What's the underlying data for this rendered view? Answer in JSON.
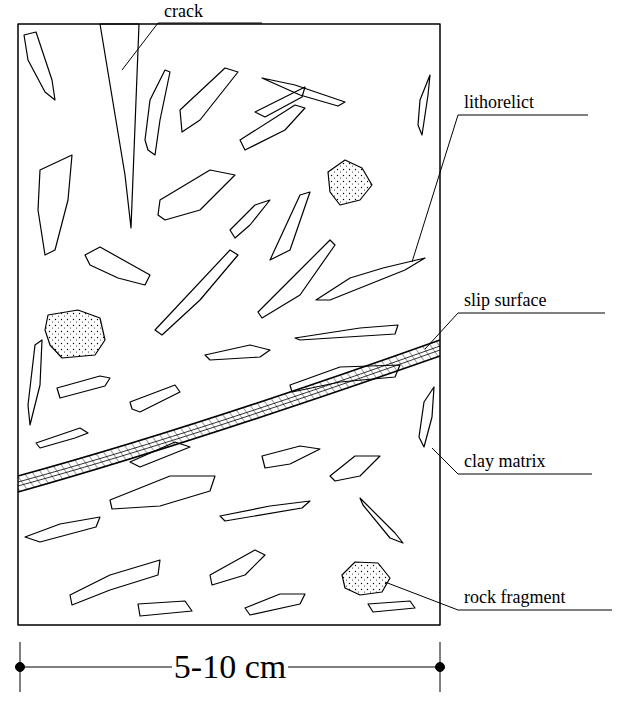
{
  "diagram": {
    "labels": [
      "crack",
      "lithorelict",
      "slip surface",
      "clay matrix",
      "rock fragment",
      "5-10 cm"
    ]
  }
}
